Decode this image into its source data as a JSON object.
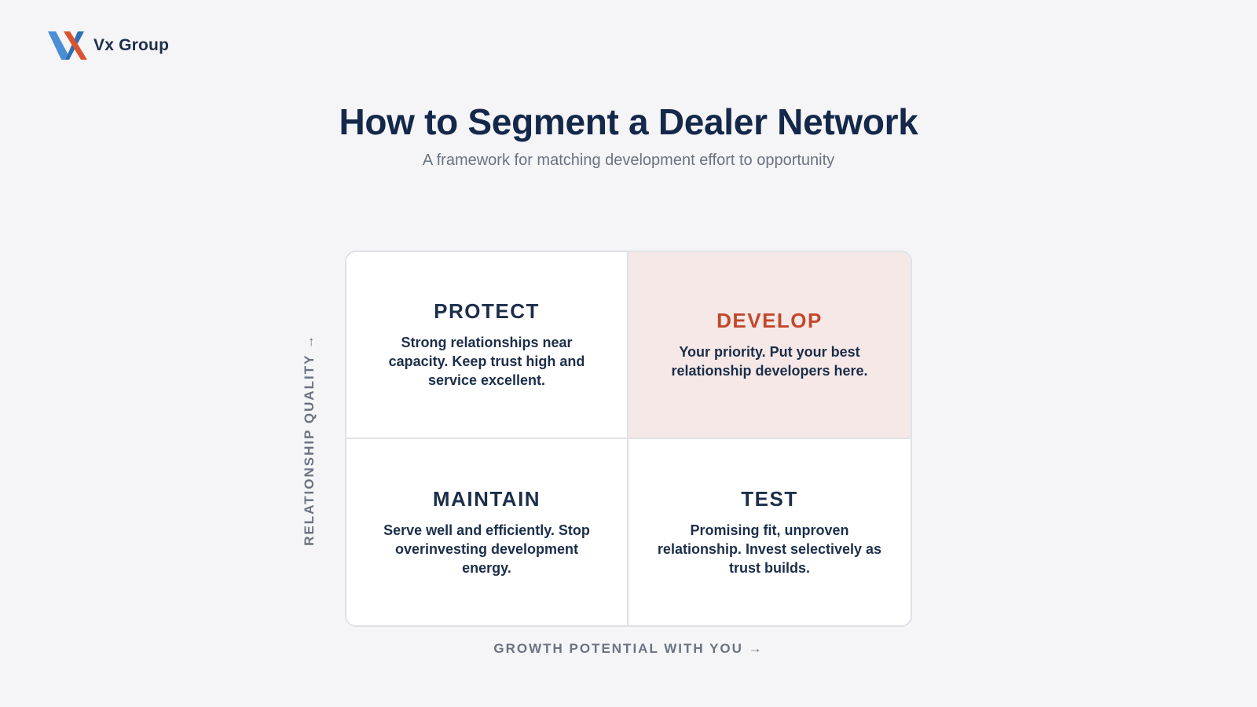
{
  "brand": {
    "name": "Vx Group",
    "logo_icon": "vx-logo-icon",
    "colors": {
      "blue": "#4a8fd4",
      "red": "#d9532f"
    }
  },
  "header": {
    "title": "How to Segment a Dealer Network",
    "subtitle": "A framework for matching development effort to opportunity"
  },
  "matrix": {
    "y_axis_label": "RELATIONSHIP QUALITY →",
    "x_axis_label": "GROWTH POTENTIAL WITH YOU →",
    "highlight_color": "#f5e8e6",
    "accent_color": "#c4472b",
    "quadrants": [
      {
        "position": "top-left",
        "title": "PROTECT",
        "description": "Strong relationships near capacity. Keep trust high and service excellent."
      },
      {
        "position": "top-right",
        "title": "DEVELOP",
        "description": "Your priority. Put your best relationship developers here."
      },
      {
        "position": "bottom-left",
        "title": "MAINTAIN",
        "description": "Serve well and efficiently. Stop overinvesting development energy."
      },
      {
        "position": "bottom-right",
        "title": "TEST",
        "description": "Promising fit, unproven relationship. Invest selectively as trust builds."
      }
    ]
  }
}
